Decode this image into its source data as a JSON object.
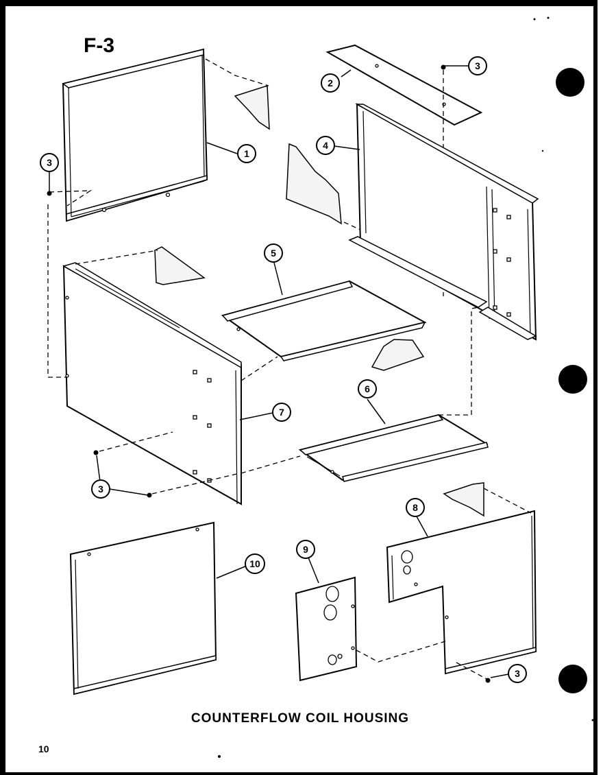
{
  "figure_id": "F-3",
  "caption": "COUNTERFLOW COIL HOUSING",
  "page_number": "10",
  "callouts": [
    "1",
    "2",
    "3",
    "3",
    "3",
    "3",
    "4",
    "5",
    "6",
    "7",
    "8",
    "9",
    "10"
  ]
}
